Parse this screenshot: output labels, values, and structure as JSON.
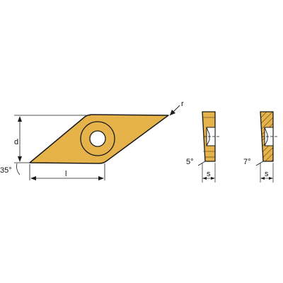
{
  "colors": {
    "insert_fill": "#E6B34A",
    "outline": "#1a1a1a",
    "hole": "#ffffff",
    "background": "#ffffff"
  },
  "labels": {
    "radius": "r",
    "inscribed_height": "d",
    "length": "l",
    "angle_main": "35°",
    "side_a_clearance": "5°",
    "side_a_thickness": "s",
    "side_b_clearance": "7°",
    "side_b_thickness": "s"
  }
}
